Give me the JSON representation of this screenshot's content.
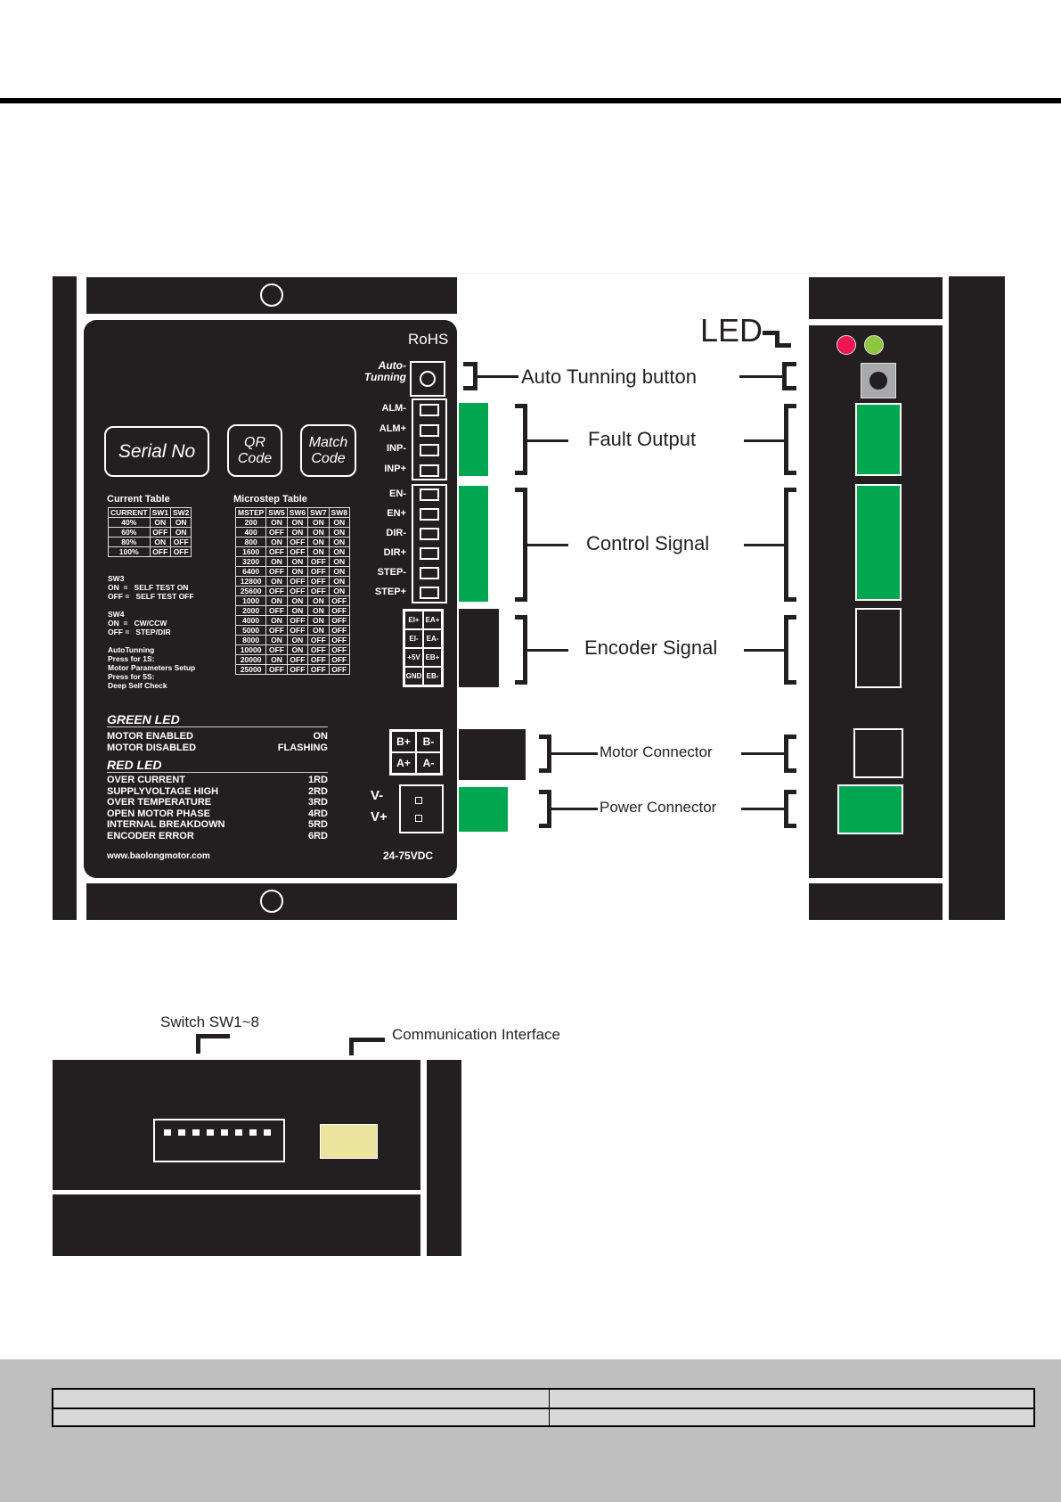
{
  "panel": {
    "rohs": "RoHS",
    "auto_tuning": "Auto-\nTunning",
    "serial_no": "Serial No",
    "qr_code": "QR Code",
    "match_code": "Match Code",
    "fault_pins": [
      "ALM-",
      "ALM+",
      "INP-",
      "INP+"
    ],
    "control_pins": [
      "EN-",
      "EN+",
      "DIR-",
      "DIR+",
      "STEP-",
      "STEP+"
    ],
    "encoder_pins": [
      [
        "EI+",
        "EA+"
      ],
      [
        "EI-",
        "EA-"
      ],
      [
        "+5V",
        "EB+"
      ],
      [
        "GND",
        "EB-"
      ]
    ],
    "motor_pins": [
      [
        "B+",
        "B-"
      ],
      [
        "A+",
        "A-"
      ]
    ],
    "power_pins": [
      "V-",
      "V+"
    ],
    "website": "www.baolongmotor.com",
    "voltage": "24-75VDC"
  },
  "current_table": {
    "title": "Current Table",
    "headers": [
      "CURRENT",
      "SW1",
      "SW2"
    ],
    "rows": [
      [
        "40%",
        "ON",
        "ON"
      ],
      [
        "60%",
        "OFF",
        "ON"
      ],
      [
        "80%",
        "ON",
        "OFF"
      ],
      [
        "100%",
        "OFF",
        "OFF"
      ]
    ]
  },
  "microstep_table": {
    "title": "Microstep Table",
    "headers": [
      "MSTEP",
      "SW5",
      "SW6",
      "SW7",
      "SW8"
    ],
    "rows": [
      [
        "200",
        "ON",
        "ON",
        "ON",
        "ON"
      ],
      [
        "400",
        "OFF",
        "ON",
        "ON",
        "ON"
      ],
      [
        "800",
        "ON",
        "OFF",
        "ON",
        "ON"
      ],
      [
        "1600",
        "OFF",
        "OFF",
        "ON",
        "ON"
      ],
      [
        "3200",
        "ON",
        "ON",
        "OFF",
        "ON"
      ],
      [
        "6400",
        "OFF",
        "ON",
        "OFF",
        "ON"
      ],
      [
        "12800",
        "ON",
        "OFF",
        "OFF",
        "ON"
      ],
      [
        "25600",
        "OFF",
        "OFF",
        "OFF",
        "ON"
      ],
      [
        "1000",
        "ON",
        "ON",
        "ON",
        "OFF"
      ],
      [
        "2000",
        "OFF",
        "ON",
        "ON",
        "OFF"
      ],
      [
        "4000",
        "ON",
        "OFF",
        "ON",
        "OFF"
      ],
      [
        "5000",
        "OFF",
        "OFF",
        "ON",
        "OFF"
      ],
      [
        "8000",
        "ON",
        "ON",
        "OFF",
        "OFF"
      ],
      [
        "10000",
        "OFF",
        "ON",
        "OFF",
        "OFF"
      ],
      [
        "20000",
        "ON",
        "OFF",
        "OFF",
        "OFF"
      ],
      [
        "25000",
        "OFF",
        "OFF",
        "OFF",
        "OFF"
      ]
    ]
  },
  "notes": {
    "sw3": [
      "SW3",
      "ON  =   SELF TEST ON",
      "OFF =   SELF TEST OFF"
    ],
    "sw4": [
      "SW4",
      "ON  =   CW/CCW",
      "OFF =   STEP/DIR"
    ],
    "autotuning": [
      "AutoTunning",
      "Press for 1S:",
      "Motor Parameters Setup",
      "Press for 5S:",
      "Deep Self Check"
    ]
  },
  "green_led": {
    "title": "GREEN LED",
    "rows": [
      [
        "MOTOR ENABLED",
        "ON"
      ],
      [
        "MOTOR DISABLED",
        "FLASHING"
      ]
    ]
  },
  "red_led": {
    "title": "RED LED",
    "rows": [
      [
        "OVER CURRENT",
        "1RD"
      ],
      [
        "SUPPLYVOLTAGE HIGH",
        "2RD"
      ],
      [
        "OVER TEMPERATURE",
        "3RD"
      ],
      [
        "OPEN MOTOR PHASE",
        "4RD"
      ],
      [
        "INTERNAL  BREAKDOWN",
        "5RD"
      ],
      [
        "ENCODER ERROR",
        "6RD"
      ]
    ]
  },
  "callouts": {
    "led": "LED",
    "auto_tuning_button": "Auto Tunning button",
    "fault_output": "Fault Output",
    "control_signal": "Control Signal",
    "encoder_signal": "Encoder Signal",
    "motor_connector": "Motor Connector",
    "power_connector": "Power Connector",
    "switch": "Switch SW1~8",
    "communication": "Communication Interface"
  },
  "colors": {
    "green": "#00a650",
    "led_red": "#ed1651",
    "led_green": "#8dc63f",
    "comm": "#ece59f",
    "panel": "#231f20"
  }
}
